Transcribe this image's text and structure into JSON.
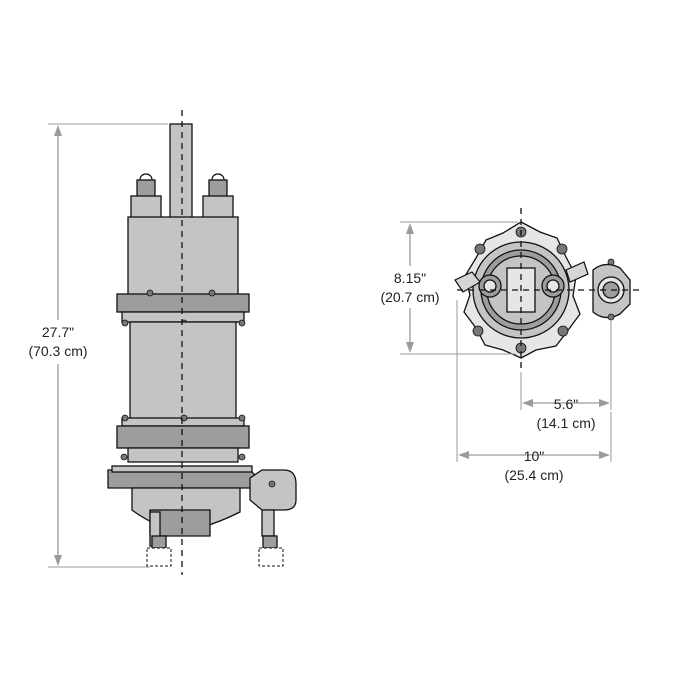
{
  "dimensions": {
    "height": {
      "imperial": "27.7\"",
      "metric": "(70.3 cm)"
    },
    "depth": {
      "imperial": "8.15\"",
      "metric": "(20.7 cm)"
    },
    "offset": {
      "imperial": "5.6\"",
      "metric": "(14.1 cm)"
    },
    "width": {
      "imperial": "10\"",
      "metric": "(25.4 cm)"
    }
  },
  "colors": {
    "dimension_line": "#9a9a9a",
    "outline": "#111111",
    "body_fill": "#c4c4c4"
  }
}
